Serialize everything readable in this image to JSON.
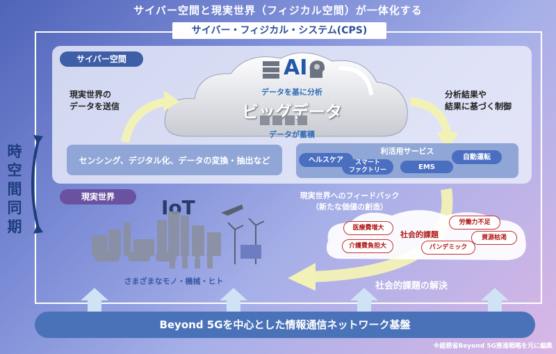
{
  "header": {
    "title": "サイバー空間と現実世界（フィジカル空間）が一体化する",
    "cps_label": "サイバー・フィジカル・システム(CPS)"
  },
  "vertical_label": [
    "時",
    "空",
    "間",
    "同",
    "期"
  ],
  "cyber": {
    "tag": "サイバー空間",
    "left_note": [
      "現実世界の",
      "データを送信"
    ],
    "right_note": [
      "分析結果や",
      "結果に基づく制御"
    ],
    "ai_label": "AI",
    "cloud_top": "データを基に分析",
    "cloud_main": "ビッグデータ",
    "cloud_bottom": "データが蓄積",
    "sensing_box": "センシング、デジタル化、データの変換・抽出など",
    "services": {
      "title": "利活用サービス",
      "items": [
        "ヘルスケア",
        "スマート\nファクトリー",
        "EMS",
        "自動運転"
      ]
    }
  },
  "real": {
    "tag": "現実世界",
    "iot_label": "IoT",
    "things": "さまざまなモノ・機械・ヒト",
    "feedback": [
      "現実世界へのフィードバック",
      "（新たな価値の創造）"
    ],
    "issues_label": "社会的課題",
    "issues": [
      "医療費増大",
      "労働力不足",
      "資源枯渇",
      "介護費負担大",
      "パンデミック"
    ],
    "solution": "社会的課題の解決"
  },
  "network": {
    "label": "Beyond 5Gを中心とした情報通信ネットワーク基盤"
  },
  "footnote": "※総務省Beyond 5G推進戦略を元に編集"
}
